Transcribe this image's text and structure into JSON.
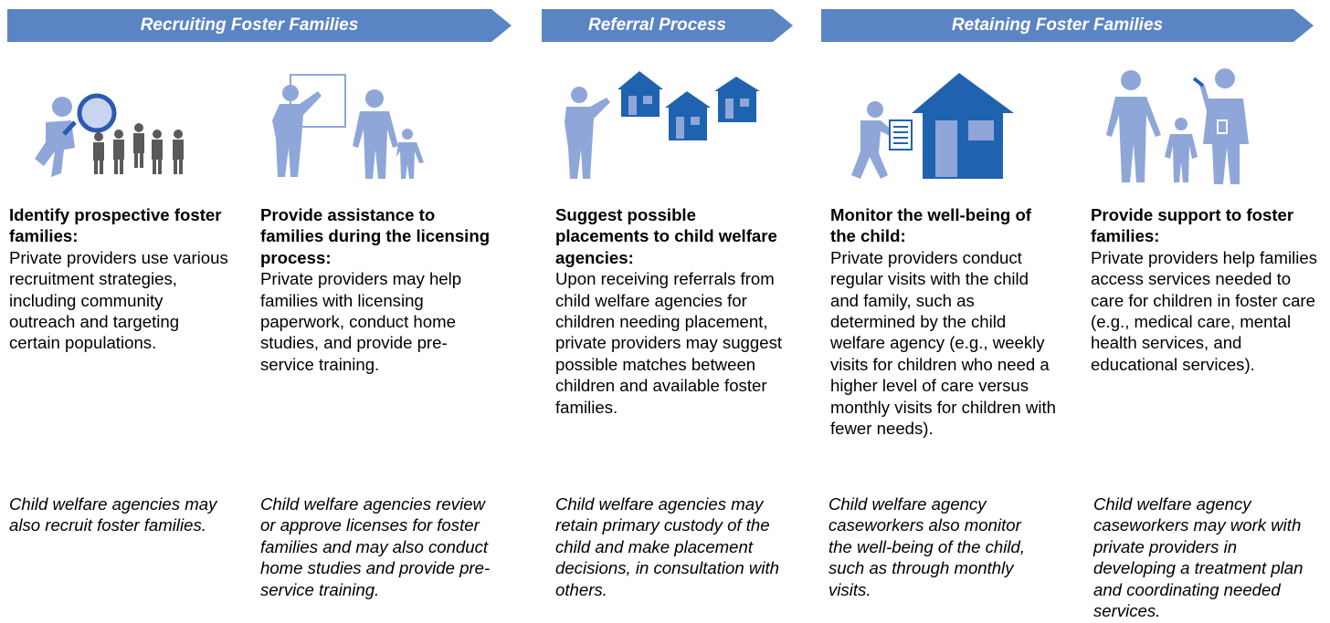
{
  "banners": [
    "Recruiting Foster Families",
    "Referral Process",
    "Retaining Foster Families"
  ],
  "columns": [
    {
      "icon": "magnifier-recruit-icon",
      "heading": "Identify prospective foster families:",
      "body": "Private providers use various recruitment strategies, including community outreach and targeting certain populations.",
      "note": "Child welfare agencies may also recruit foster families."
    },
    {
      "icon": "presentation-family-icon",
      "heading": "Provide assistance to families during the licensing process:",
      "body": "Private providers may help families with licensing paperwork, conduct home studies, and provide pre-service training.",
      "note": "Child welfare agencies review or approve licenses for foster families and may also conduct home studies and provide pre-service training."
    },
    {
      "icon": "person-houses-icon",
      "heading": "Suggest possible placements to child welfare agencies:",
      "body": "Upon receiving referrals from child welfare agencies for children needing placement, private providers may suggest possible matches between children and available foster families.",
      "note": "Child welfare agencies may retain primary custody of the child and make placement decisions, in consultation with others."
    },
    {
      "icon": "caseworker-house-icon",
      "heading": "Monitor the well-being of the child:",
      "body": "Private providers conduct regular visits with the child and family, such as determined by the child welfare agency (e.g., weekly visits for children who need a higher level of care versus monthly visits for children with fewer needs).",
      "note": "Child welfare agency caseworkers also monitor the well-being of the child, such as through monthly visits."
    },
    {
      "icon": "doctor-family-icon",
      "heading": "Provide support to foster families:",
      "body": "Private providers help families access services needed to care for children in foster care (e.g., medical care, mental health services, and educational services).",
      "note": "Child welfare agency caseworkers may work with private providers in developing a treatment plan and coordinating needed services."
    }
  ],
  "colors": {
    "banner": "#5b84c4",
    "icon_light": "#8fa6d8",
    "icon_dark": "#1f63b0",
    "icon_gray": "#5a5a5a"
  }
}
